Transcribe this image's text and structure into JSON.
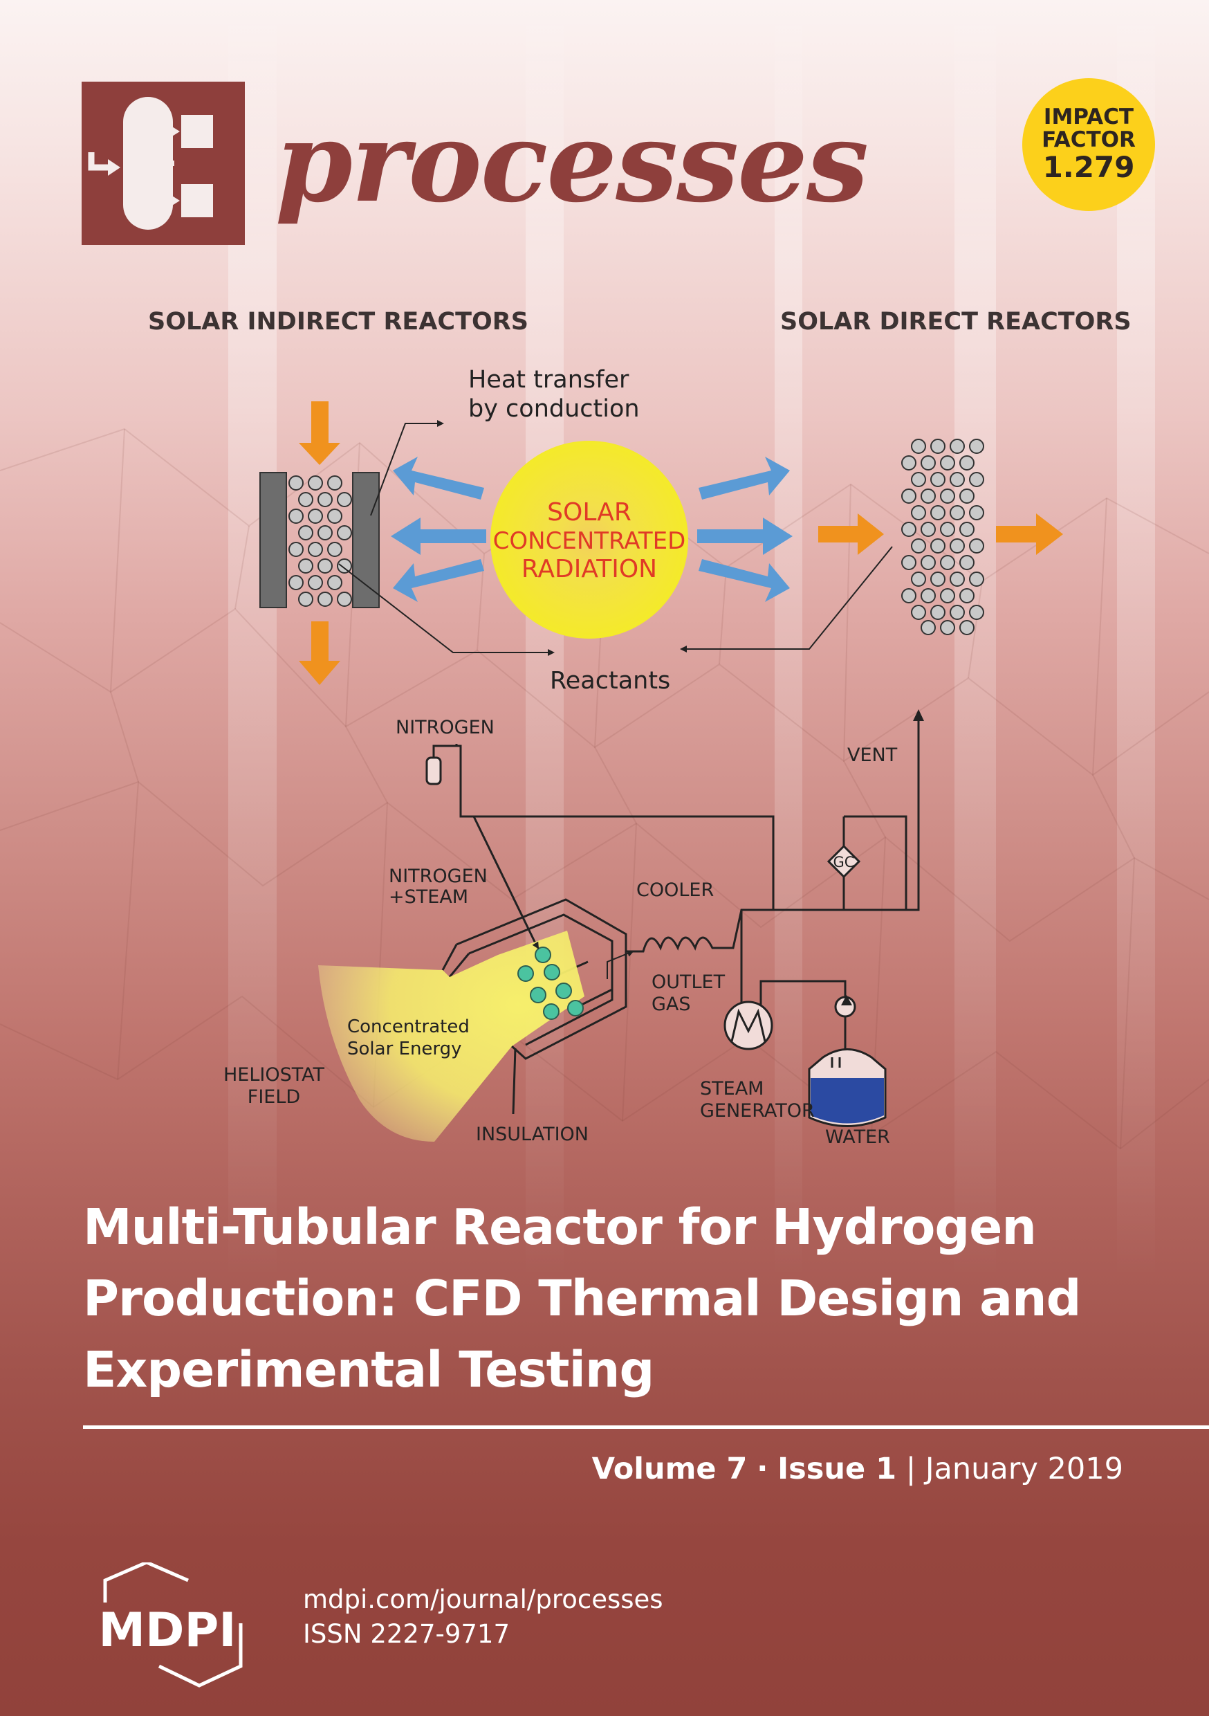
{
  "journal": {
    "name": "processes",
    "logo_icon": "processes-logo-icon"
  },
  "impact_factor": {
    "line1": "IMPACT",
    "line2": "FACTOR",
    "value": "1.279"
  },
  "figure": {
    "left_heading": "SOLAR INDIRECT REACTORS",
    "right_heading": "SOLAR DIRECT REACTORS",
    "heat_transfer_1": "Heat transfer",
    "heat_transfer_2": "by conduction",
    "solar_1": "SOLAR",
    "solar_2": "CONCENTRATED",
    "solar_3": "RADIATION",
    "reactants": "Reactants",
    "nitrogen": "NITROGEN",
    "vent": "VENT",
    "gc": "GC",
    "nitrogen_steam_1": "NITROGEN",
    "nitrogen_steam_2": "+STEAM",
    "cooler": "COOLER",
    "outlet_1": "OUTLET",
    "outlet_2": "GAS",
    "conc_solar_1": "Concentrated",
    "conc_solar_2": "Solar Energy",
    "heliostat_1": "HELIOSTAT",
    "heliostat_2": "FIELD",
    "steam_gen_1": "STEAM",
    "steam_gen_2": "GENERATOR",
    "insulation": "INSULATION",
    "water": "WATER"
  },
  "article": {
    "title_line1": "Multi-Tubular Reactor for Hydrogen",
    "title_line2": "Production: CFD Thermal Design and",
    "title_line3": "Experimental Testing"
  },
  "issue": {
    "volume": "Volume 7",
    "separator": "·",
    "issue": "Issue 1",
    "divider": "|",
    "date": "January 2019"
  },
  "publisher": {
    "name": "MDPI",
    "url": "mdpi.com/journal/processes",
    "issn": "ISSN 2227-9717"
  },
  "colors": {
    "brand": "#8e3f3c",
    "badge": "#fcd01b",
    "orange_arrow": "#f0921e",
    "blue_arrow": "#5b9bd5",
    "solar_text": "#e03a26"
  }
}
